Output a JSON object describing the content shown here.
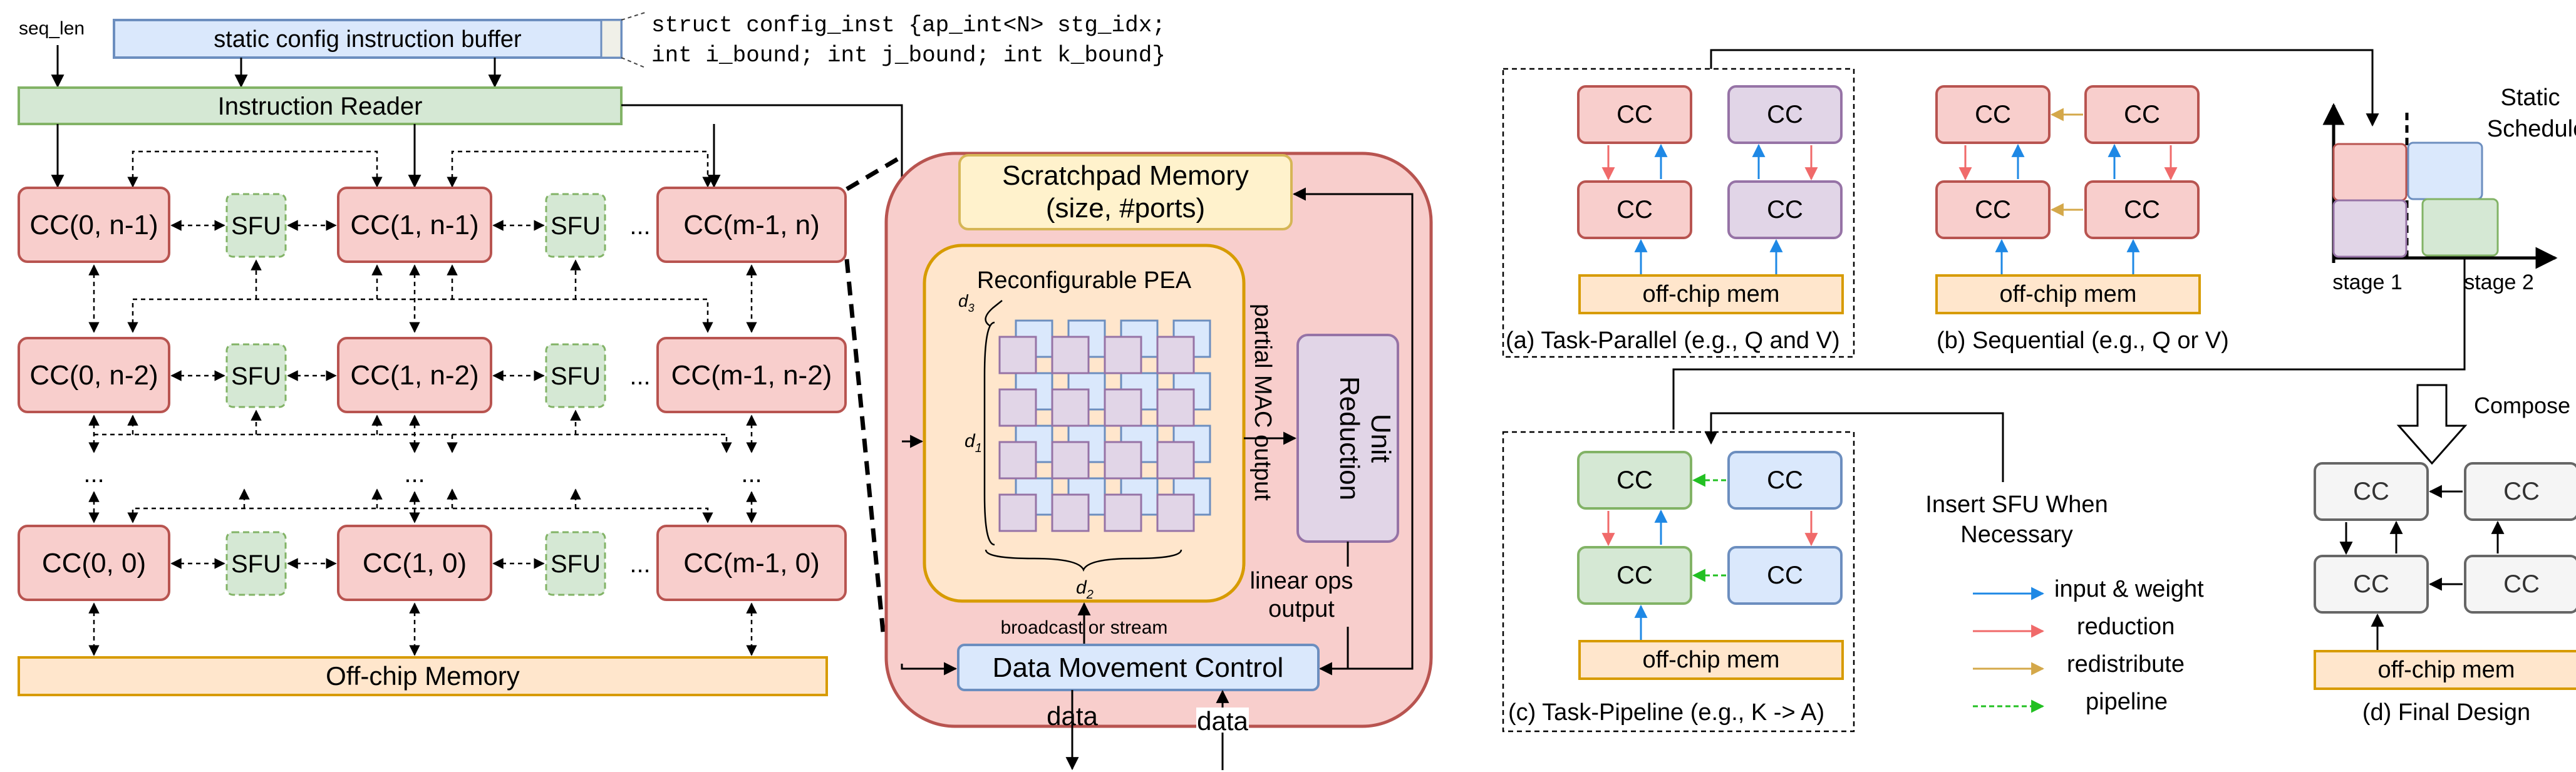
{
  "left": {
    "seq_len": "seq_len",
    "instr_buffer": "static config instruction buffer",
    "struct_line1": "struct config_inst {ap_int<N> stg_idx;",
    "struct_line2": "int i_bound; int j_bound; int k_bound}",
    "instr_reader": "Instruction Reader",
    "cc_row_top": [
      "CC(0, n-1)",
      "CC(1, n-1)",
      "CC(m-1, n)"
    ],
    "cc_row_mid": [
      "CC(0, n-2)",
      "CC(1, n-2)",
      "CC(m-1, n-2)"
    ],
    "cc_row_bot": [
      "CC(0, 0)",
      "CC(1, 0)",
      "CC(m-1, 0)"
    ],
    "sfu": "SFU",
    "ellipsis": "...",
    "offchip": "Off-chip Memory"
  },
  "cc_detail": {
    "scratchpad_line1": "Scratchpad Memory",
    "scratchpad_line2": "(size, #ports)",
    "pea_title": "Reconfigurable PEA",
    "d1": "d",
    "d1_sub": "1",
    "d2": "d",
    "d2_sub": "2",
    "d3": "d",
    "d3_sub": "3",
    "partial_mac": "partial MAC output",
    "reduction_line1": "Reduction",
    "reduction_line2": "Unit",
    "linear_ops_line1": "linear ops",
    "linear_ops_line2": "output",
    "broadcast": "broadcast or stream",
    "dmc": "Data Movement Control",
    "data_out": "data",
    "data_in": "data"
  },
  "right": {
    "cc": "CC",
    "offchip": "off-chip mem",
    "caption_a": "(a) Task-Parallel (e.g., Q and V)",
    "caption_b": "(b) Sequential (e.g., Q or V)",
    "caption_c": "(c) Task-Pipeline (e.g., K -> A)",
    "caption_d": "(d) Final Design",
    "static_line1": "Static",
    "static_line2": "Schedule",
    "stage1": "stage 1",
    "stage2": "stage 2",
    "compose": "Compose",
    "insert_sfu_line1": "Insert SFU When",
    "insert_sfu_line2": "Necessary",
    "legend": [
      {
        "label": "input & weight",
        "color": "#1e88e5"
      },
      {
        "label": "reduction",
        "color": "#f06a6a"
      },
      {
        "label": "redistribute",
        "color": "#d4a84a"
      },
      {
        "label": "pipeline",
        "color": "#22c022"
      }
    ]
  },
  "colors": {
    "cc_fill": "#f8cecc",
    "cc_stroke": "#b85450",
    "sfu_fill": "#d5e8d4",
    "sfu_stroke": "#82b366",
    "blue_fill": "#dae8fc",
    "blue_stroke": "#6c8ebf",
    "purple_fill": "#e1d5e7",
    "purple_stroke": "#9673a6",
    "orange_fill": "#ffe6cc",
    "orange_stroke": "#d79b00",
    "yellow_fill": "#fff2cc",
    "yellow_stroke": "#d6b656",
    "gray_fill": "#f5f5f5",
    "gray_stroke": "#666666"
  }
}
